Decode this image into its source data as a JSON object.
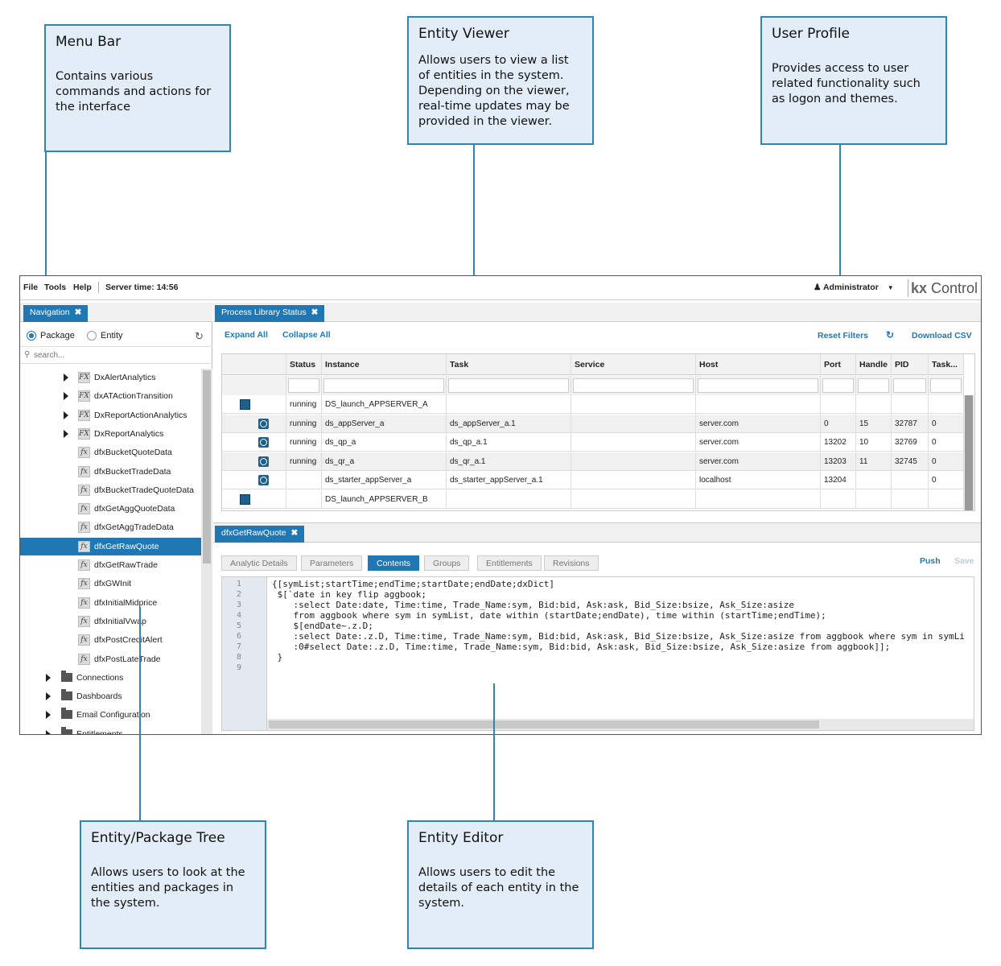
{
  "callouts": {
    "menu_bar": {
      "title": "Menu Bar",
      "desc": "Contains various commands and actions for the interface"
    },
    "entity_viewer": {
      "title": "Entity Viewer",
      "desc": "Allows users to view a list of entities in the system. Depending on the viewer, real-time updates may be provided in the viewer."
    },
    "user_profile": {
      "title": "User Profile",
      "desc": "Provides access to user related functionality such as logon and themes."
    },
    "entity_tree": {
      "title": "Entity/Package Tree",
      "desc": "Allows users to look at the entities and packages in the system."
    },
    "entity_editor": {
      "title": "Entity Editor",
      "desc": "Allows users to edit the details of each entity in the system."
    }
  },
  "menubar": {
    "file": "File",
    "tools": "Tools",
    "help": "Help",
    "server_time": "Server time: 14:56",
    "user": "Administrator",
    "brand_kx": "kx",
    "brand_name": " Control"
  },
  "navigation": {
    "tab_label": "Navigation",
    "radio_package": "Package",
    "radio_entity": "Entity",
    "search_placeholder": "search...",
    "items": [
      {
        "label": "DxAlertAnalytics",
        "icon": "FX",
        "expandable": true
      },
      {
        "label": "dxATActionTransition",
        "icon": "FX",
        "expandable": true
      },
      {
        "label": "DxReportActionAnalytics",
        "icon": "FX",
        "expandable": true
      },
      {
        "label": "DxReportAnalytics",
        "icon": "FX",
        "expandable": true
      },
      {
        "label": "dfxBucketQuoteData",
        "icon": "fx"
      },
      {
        "label": "dfxBucketTradeData",
        "icon": "fx"
      },
      {
        "label": "dfxBucketTradeQuoteData",
        "icon": "fx"
      },
      {
        "label": "dfxGetAggQuoteData",
        "icon": "fx"
      },
      {
        "label": "dfxGetAggTradeData",
        "icon": "fx"
      },
      {
        "label": "dfxGetRawQuote",
        "icon": "fx",
        "selected": true
      },
      {
        "label": "dfxGetRawTrade",
        "icon": "fx"
      },
      {
        "label": "dfxGWInit",
        "icon": "fx"
      },
      {
        "label": "dfxInitialMidprice",
        "icon": "fx"
      },
      {
        "label": "dfxInitialVwap",
        "icon": "fx"
      },
      {
        "label": "dfxPostCreditAlert",
        "icon": "fx"
      },
      {
        "label": "dfxPostLateTrade",
        "icon": "fx"
      },
      {
        "label": "Connections",
        "icon": "folder"
      },
      {
        "label": "Dashboards",
        "icon": "folder"
      },
      {
        "label": "Email Configuration",
        "icon": "folder"
      },
      {
        "label": "Entitlements",
        "icon": "folder"
      }
    ]
  },
  "process_status": {
    "tab_label": "Process Library Status",
    "expand_all": "Expand All",
    "collapse_all": "Collapse All",
    "reset_filters": "Reset Filters",
    "download_csv": "Download CSV",
    "columns": [
      "",
      "Status",
      "Instance",
      "Task",
      "Service",
      "Host",
      "Port",
      "Handle",
      "PID",
      "Task..."
    ],
    "rows": [
      {
        "type": "group",
        "status": "running",
        "instance": "DS_launch_APPSERVER_A",
        "task": "",
        "service": "",
        "host": "",
        "port": "",
        "handle": "",
        "pid": "",
        "taskx": ""
      },
      {
        "type": "child",
        "status": "running",
        "instance": "ds_appServer_a",
        "task": "ds_appServer_a.1",
        "service": "",
        "host": "server.com",
        "port": "0",
        "handle": "15",
        "pid": "32787",
        "taskx": "0"
      },
      {
        "type": "child",
        "status": "running",
        "instance": "ds_qp_a",
        "task": "ds_qp_a.1",
        "service": "",
        "host": "server.com",
        "port": "13202",
        "handle": "10",
        "pid": "32769",
        "taskx": "0"
      },
      {
        "type": "child",
        "status": "running",
        "instance": "ds_qr_a",
        "task": "ds_qr_a.1",
        "service": "",
        "host": "server.com",
        "port": "13203",
        "handle": "11",
        "pid": "32745",
        "taskx": "0"
      },
      {
        "type": "child",
        "status": "",
        "instance": "ds_starter_appServer_a",
        "task": "ds_starter_appServer_a.1",
        "service": "",
        "host": "localhost",
        "port": "13204",
        "handle": "",
        "pid": "",
        "taskx": "0"
      },
      {
        "type": "group",
        "status": "",
        "instance": "DS_launch_APPSERVER_B",
        "task": "",
        "service": "",
        "host": "",
        "port": "",
        "handle": "",
        "pid": "",
        "taskx": ""
      }
    ]
  },
  "editor": {
    "tab_label": "dfxGetRawQuote",
    "tabs": [
      "Analytic Details",
      "Parameters",
      "Contents",
      "Groups",
      "Entitlements",
      "Revisions"
    ],
    "active_tab": "Contents",
    "push": "Push",
    "save": "Save",
    "code_lines": [
      "{[symList;startTime;endTime;startDate;endDate;dxDict]",
      " $[`date in key flip aggbook;",
      "    :select Date:date, Time:time, Trade_Name:sym, Bid:bid, Ask:ask, Bid_Size:bsize, Ask_Size:asize",
      "    from aggbook where sym in symList, date within (startDate;endDate), time within (startTime;endTime);",
      "    $[endDate~.z.D;",
      "    :select Date:.z.D, Time:time, Trade_Name:sym, Bid:bid, Ask:ask, Bid_Size:bsize, Ask_Size:asize from aggbook where sym in symLi",
      "    :0#select Date:.z.D, Time:time, Trade_Name:sym, Bid:bid, Ask:ask, Bid_Size:bsize, Ask_Size:asize from aggbook]];",
      " }",
      ""
    ]
  },
  "colors": {
    "accent": "#1f78b4",
    "callout_border": "#2e86b8",
    "callout_bg": "#e3edf7"
  }
}
